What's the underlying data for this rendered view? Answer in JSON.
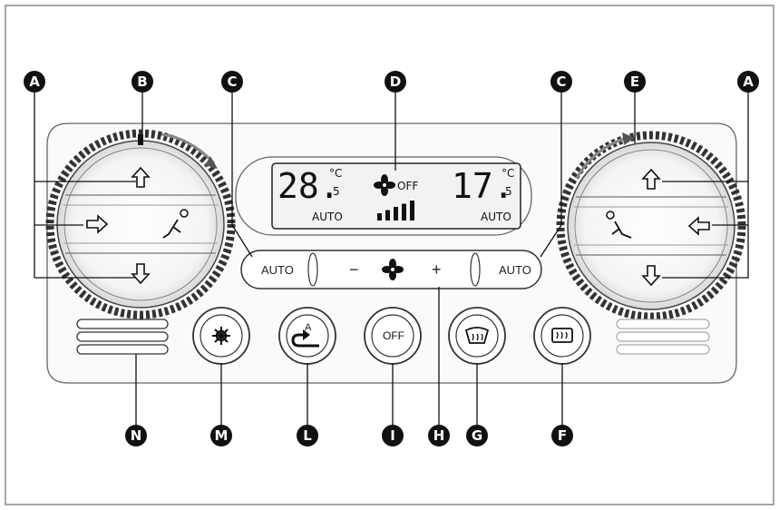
{
  "callouts": {
    "A": "A",
    "B": "B",
    "C": "C",
    "D": "D",
    "E": "E",
    "F": "F",
    "G": "G",
    "H": "H",
    "I": "I",
    "L": "L",
    "M": "M",
    "N": "N"
  },
  "display": {
    "left_temp_main": "28.",
    "left_temp_dec": "5",
    "left_unit": "°C",
    "left_mode": "AUTO",
    "fan_status": "OFF",
    "right_temp_main": "17.",
    "right_temp_dec": "5",
    "right_unit": "°C",
    "right_mode": "AUTO",
    "fan_level_bars": 5
  },
  "control_strip": {
    "left_auto": "AUTO",
    "minus": "−",
    "plus": "+",
    "right_auto": "AUTO"
  },
  "buttons": {
    "recirc_indicator": "A",
    "off_label": "OFF"
  },
  "icons": {
    "vent_up": "arrow-up-icon",
    "vent_side": "arrow-side-icon",
    "vent_down": "arrow-down-icon",
    "seat": "seat-icon",
    "fan": "fan-icon",
    "compressor": "snowflake-icon",
    "recirculation": "recirculation-icon",
    "windscreen": "windscreen-defrost-icon",
    "rear_window": "rear-window-defrost-icon"
  },
  "colors": {
    "callout_fill": "#111111",
    "panel_stroke": "#555555",
    "display_bg": "#f2f2f2"
  }
}
